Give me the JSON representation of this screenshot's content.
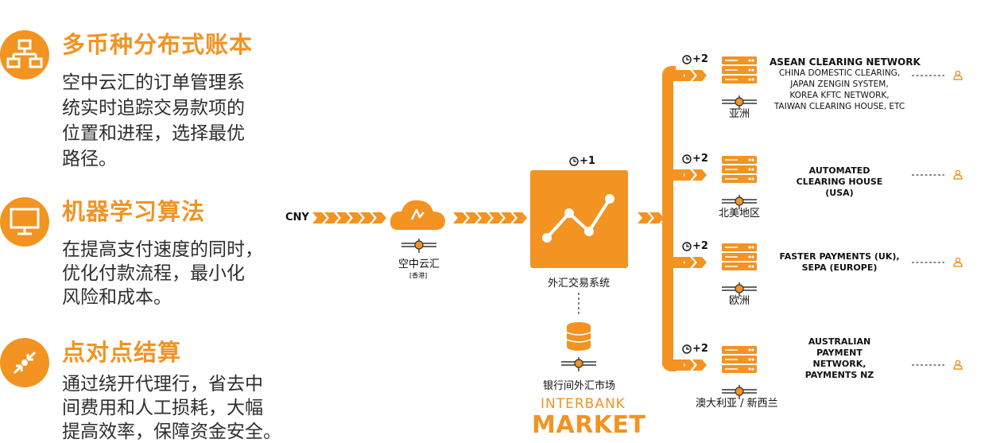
{
  "features": [
    {
      "icon": "org-chart-icon",
      "title": "多币种分布式账本",
      "lines": [
        "空中云汇的订单管理系",
        "统实时追踪交易款项的",
        "位置和进程，选择最优",
        "路径。"
      ]
    },
    {
      "icon": "monitor-icon",
      "title": "机器学习算法",
      "lines": [
        "在提高支付速度的同时，",
        "优化付款流程，最小化",
        "风险和成本。"
      ]
    },
    {
      "icon": "converge-arrows-icon",
      "title": "点对点结算",
      "lines": [
        "通过绕开代理行，省去中",
        "间费用和人工损耗，大幅",
        "提高效率，保障资金安全。"
      ]
    }
  ],
  "flow": {
    "source_currency": "CNY",
    "airwallex_label": "空中云汇",
    "airwallex_sub": "[香港]",
    "fx_system_label": "外汇交易系统",
    "fx_timer": "+1",
    "interbank_label_cn": "银行间外汇市场",
    "interbank_label_en": "INTERBANK",
    "market_label": "MARKET"
  },
  "regions": [
    {
      "timer": "+2",
      "name": "亚洲",
      "network_title": "ASEAN CLEARING NETWORK",
      "network_lines": [
        "CHINA DOMESTIC CLEARING,",
        "JAPAN ZENGIN SYSTEM,",
        "KOREA KFTC NETWORK,",
        "TAIWAN CLEARING HOUSE, ETC"
      ]
    },
    {
      "timer": "+2",
      "name": "北美地区",
      "network_title": "",
      "network_lines": [
        "AUTOMATED",
        "CLEARING HOUSE",
        "(USA)"
      ]
    },
    {
      "timer": "+2",
      "name": "欧洲",
      "network_title": "",
      "network_lines": [
        "FASTER PAYMENTS (UK),",
        "SEPA (EUROPE)"
      ]
    },
    {
      "timer": "+2",
      "name": "澳大利亚 / 新西兰",
      "network_title": "",
      "network_lines": [
        "AUSTRALIAN",
        "PAYMENT",
        "NETWORK,",
        "PAYMENTS NZ"
      ]
    }
  ],
  "colors": {
    "accent": "#f29322",
    "accent_light": "#f7b24f",
    "text": "#2e2e2e"
  }
}
